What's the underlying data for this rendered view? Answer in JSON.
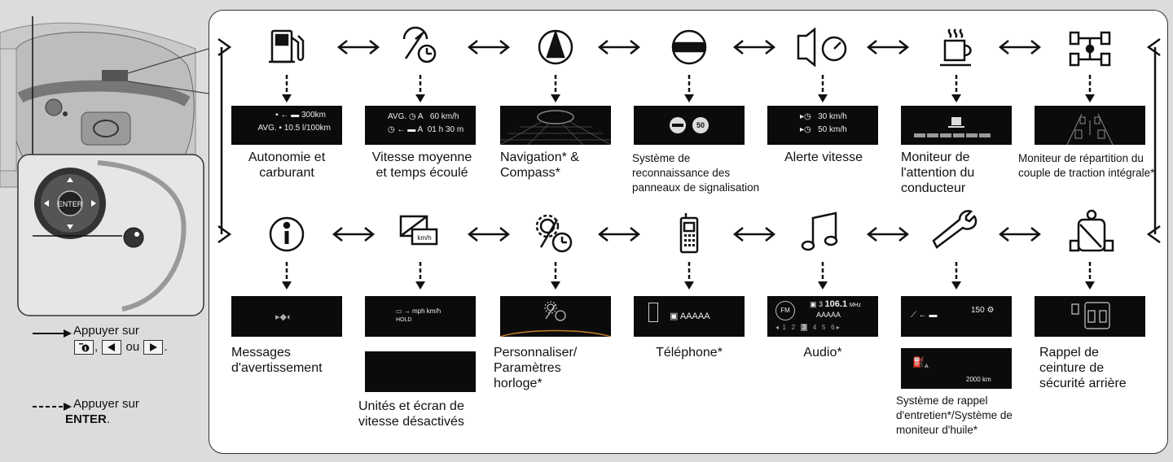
{
  "captions": {
    "range_fuel": "Autonomie et carburant",
    "avg_speed": "Vitesse moyenne et temps écoulé",
    "navigation": "Navigation* & Compass*",
    "traffic_signs": "Système de reconnaissance des panneaux de signalisation",
    "speed_alert": "Alerte vitesse",
    "driver_attention": "Moniteur de l'attention du conducteur",
    "awd_torque": "Moniteur de répartition du couple de traction intégrale*",
    "warnings": "Messages d'avertissement",
    "units_off": "Unités et écran de vitesse désactivés",
    "customize": "Personnaliser/ Paramètres horloge*",
    "phone": "Téléphone*",
    "audio": "Audio*",
    "maintenance": "Système de rappel d'entretien*/Système de moniteur d'huile*",
    "seatbelt": "Rappel de ceinture de sécurité arrière"
  },
  "screens": {
    "range_fuel": {
      "line1": "300km",
      "line2_label": "AVG.",
      "line2_value": "10.5 l/100km"
    },
    "avg_speed": {
      "line1_label": "AVG.",
      "line1_trip": "A",
      "line1_value": "60 km/h",
      "line2_trip": "A",
      "line2_value": "01 h 30 m"
    },
    "traffic_signs": {
      "limit": "50"
    },
    "speed_alert": {
      "line1": "30 km/h",
      "line2": "50 km/h"
    },
    "units_off": {
      "hold": "HOLD",
      "units": "mph km/h"
    },
    "phone": {
      "name": "AAAAA"
    },
    "audio": {
      "band": "FM",
      "preset": "3",
      "freq": "106.1",
      "freq_unit": "MHz",
      "station": "AAAAA",
      "presets": [
        "1",
        "2",
        "3",
        "4",
        "5",
        "6"
      ]
    },
    "maintenance": {
      "percent": "150",
      "oil_trip": "A",
      "oil_distance": "2000 km"
    }
  },
  "legend": {
    "press_prefix": "Appuyer sur",
    "or": "ou",
    "enter_prefix": "Appuyer sur",
    "enter_key": "ENTER",
    "period": "."
  },
  "illustration": {
    "enter_button": "ENTER"
  },
  "colors": {
    "panel_border": "#333333",
    "arrow": "#111111",
    "screen_bg": "#0b0b0b",
    "page_bg": "#dcdcdc"
  }
}
